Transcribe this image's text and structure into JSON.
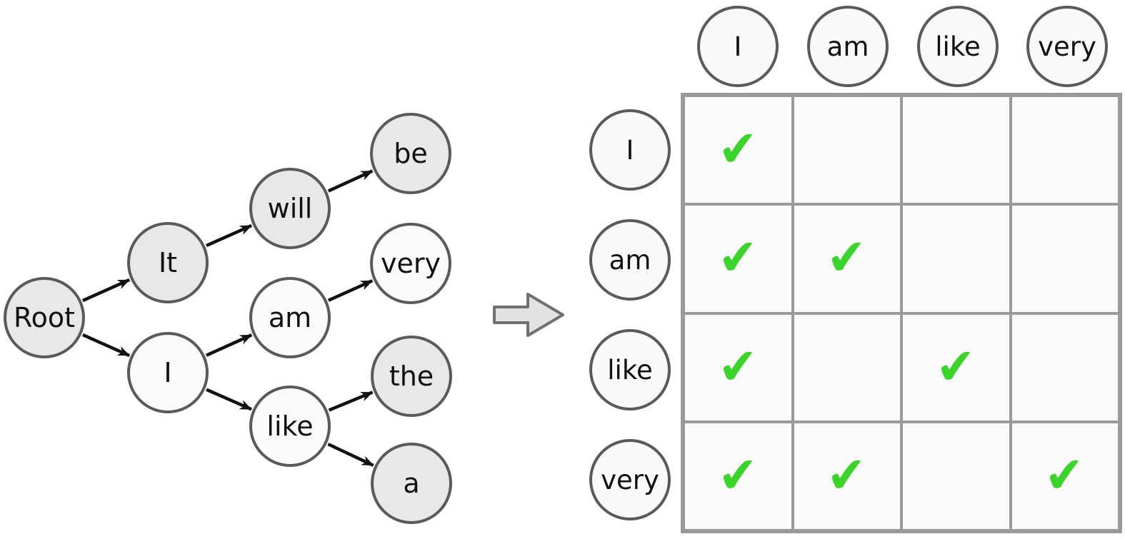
{
  "figure": {
    "description_left": "token tree",
    "description_right": "tree attention mask matrix"
  },
  "tree": {
    "nodes": [
      {
        "id": "root",
        "label": "Root",
        "shade": "dark"
      },
      {
        "id": "it",
        "label": "It",
        "shade": "dark"
      },
      {
        "id": "will",
        "label": "will",
        "shade": "dark"
      },
      {
        "id": "be",
        "label": "be",
        "shade": "dark"
      },
      {
        "id": "i",
        "label": "I",
        "shade": "light"
      },
      {
        "id": "am",
        "label": "am",
        "shade": "light"
      },
      {
        "id": "very",
        "label": "very",
        "shade": "light"
      },
      {
        "id": "like",
        "label": "like",
        "shade": "light"
      },
      {
        "id": "the",
        "label": "the",
        "shade": "dark"
      },
      {
        "id": "a",
        "label": "a",
        "shade": "dark"
      }
    ],
    "edges": [
      {
        "from": "root",
        "to": "it"
      },
      {
        "from": "root",
        "to": "i"
      },
      {
        "from": "it",
        "to": "will"
      },
      {
        "from": "will",
        "to": "be"
      },
      {
        "from": "i",
        "to": "am"
      },
      {
        "from": "i",
        "to": "like"
      },
      {
        "from": "am",
        "to": "very"
      },
      {
        "from": "like",
        "to": "the"
      },
      {
        "from": "like",
        "to": "a"
      }
    ]
  },
  "matrix": {
    "col_labels": [
      "I",
      "am",
      "like",
      "very"
    ],
    "row_labels": [
      "I",
      "am",
      "like",
      "very"
    ],
    "cells": [
      [
        1,
        0,
        0,
        0
      ],
      [
        1,
        1,
        0,
        0
      ],
      [
        1,
        0,
        1,
        0
      ],
      [
        1,
        1,
        0,
        1
      ]
    ],
    "check_glyph": "✔"
  },
  "colors": {
    "node_dark_fill": "#e8e8e8",
    "node_light_fill": "#fafafa",
    "node_border": "#5a5a5a",
    "grid_line": "#9a9a9a",
    "cell_fill": "#fafafa",
    "check_green": "#3bd42a",
    "edge_black": "#111111",
    "block_arrow_fill": "#e2e2e2",
    "block_arrow_border": "#707070"
  }
}
